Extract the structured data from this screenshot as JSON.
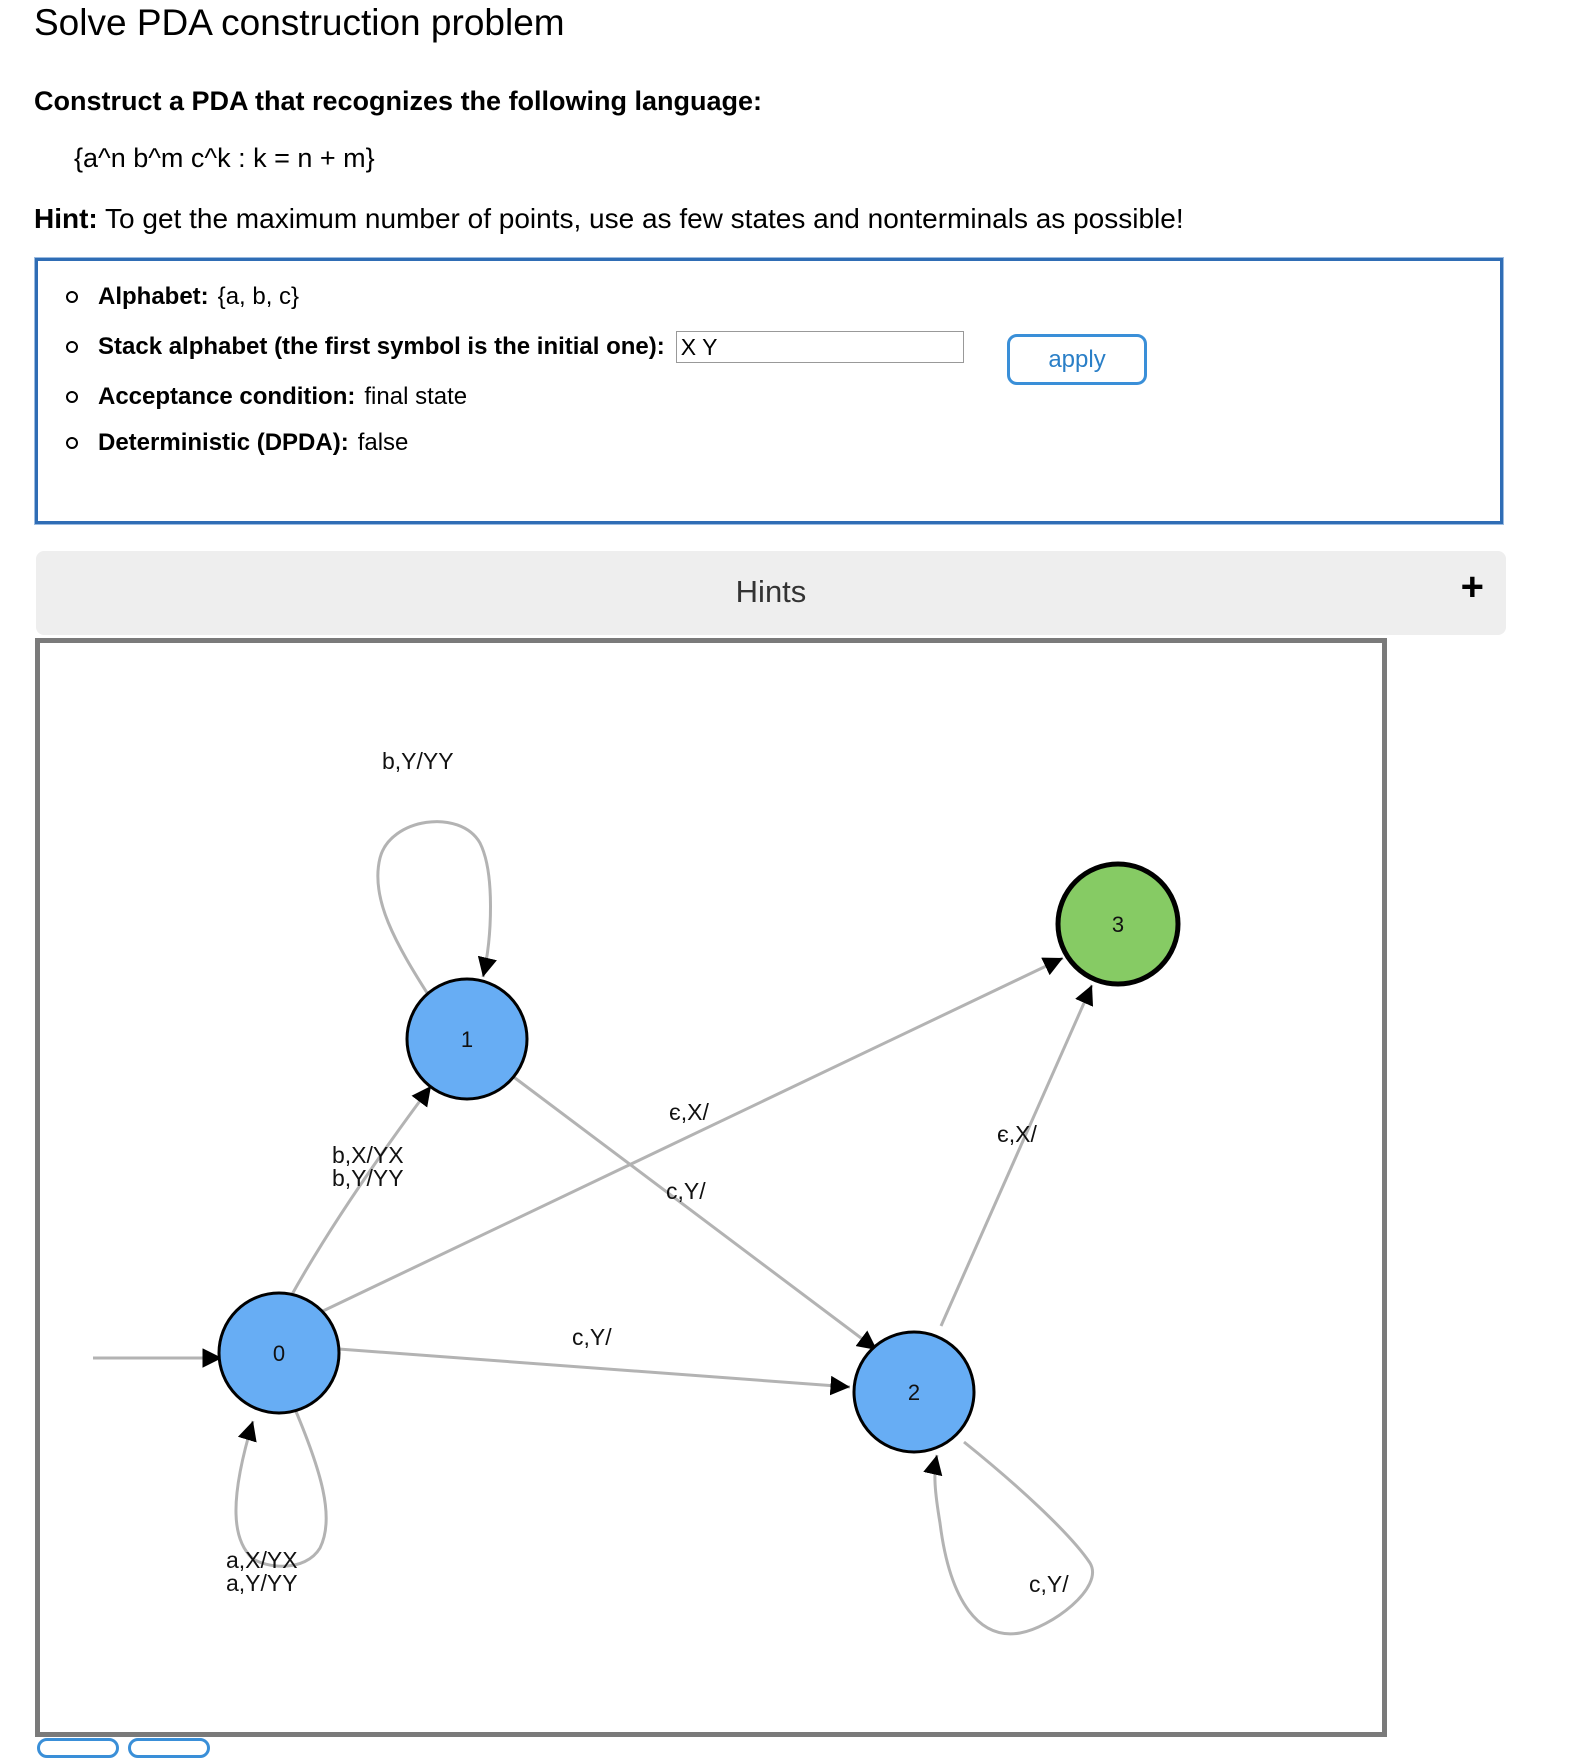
{
  "page": {
    "title": "Solve PDA construction problem",
    "prompt": "Construct a PDA that recognizes the following language:",
    "language": "{a^n b^m c^k : k = n + m}",
    "hint_label": "Hint:",
    "hint_text": "To get the maximum number of points, use as few states and nonterminals as possible!"
  },
  "config": {
    "alphabet_label": "Alphabet:",
    "alphabet_value": "{a, b, c}",
    "stack_label": "Stack alphabet (the first symbol is the initial one):",
    "stack_value": "X Y",
    "apply_label": "apply",
    "acceptance_label": "Acceptance condition:",
    "acceptance_value": "final state",
    "deterministic_label": "Deterministic (DPDA):",
    "deterministic_value": "false"
  },
  "hints": {
    "label": "Hints",
    "toggle": "+"
  },
  "diagram": {
    "colors": {
      "state_fill": "#67adf4",
      "final_fill": "#86cb64",
      "edge": "#b3b3b3",
      "stroke": "#000000"
    },
    "states": [
      {
        "id": "0",
        "label": "0",
        "initial": true,
        "final": false
      },
      {
        "id": "1",
        "label": "1",
        "initial": false,
        "final": false
      },
      {
        "id": "2",
        "label": "2",
        "initial": false,
        "final": false
      },
      {
        "id": "3",
        "label": "3",
        "initial": false,
        "final": true
      }
    ],
    "transitions": [
      {
        "from": "0",
        "to": "0",
        "labels": [
          "a,X/YX",
          "a,Y/YY"
        ]
      },
      {
        "from": "0",
        "to": "1",
        "labels": [
          "b,X/YX",
          "b,Y/YY"
        ]
      },
      {
        "from": "1",
        "to": "1",
        "labels": [
          "b,Y/YY"
        ]
      },
      {
        "from": "0",
        "to": "2",
        "labels": [
          "c,Y/"
        ]
      },
      {
        "from": "1",
        "to": "2",
        "labels": [
          "c,Y/"
        ]
      },
      {
        "from": "2",
        "to": "2",
        "labels": [
          "c,Y/"
        ]
      },
      {
        "from": "0",
        "to": "3",
        "labels": [
          "є,X/"
        ]
      },
      {
        "from": "2",
        "to": "3",
        "labels": [
          "є,X/"
        ]
      }
    ]
  }
}
